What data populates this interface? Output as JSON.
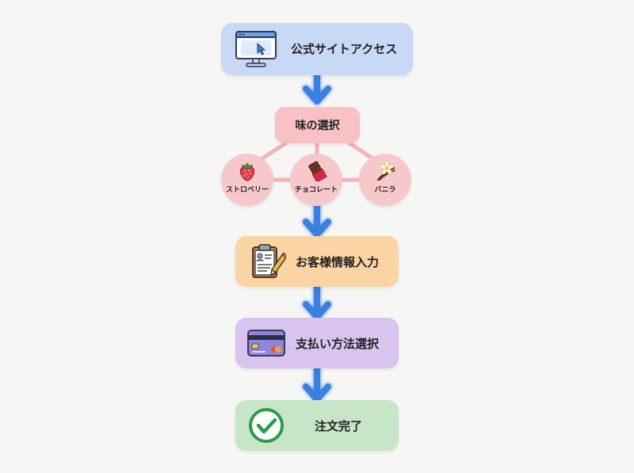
{
  "steps": {
    "access": {
      "label": "公式サイトアクセス",
      "icon": "computer-monitor-icon"
    },
    "flavor_select": {
      "label": "味の選択"
    },
    "customer_info": {
      "label": "お客様情報入力",
      "icon": "clipboard-form-icon"
    },
    "payment": {
      "label": "支払い方法選択",
      "icon": "credit-card-icon"
    },
    "complete": {
      "label": "注文完了",
      "icon": "check-circle-icon"
    }
  },
  "flavors": [
    {
      "label": "ストロベリー",
      "icon": "strawberry-icon"
    },
    {
      "label": "チョコレート",
      "icon": "chocolate-bar-icon"
    },
    {
      "label": "バニラ",
      "icon": "vanilla-flower-icon"
    }
  ],
  "colors": {
    "arrow": "#3a7fe0",
    "access": "#c7d9f5",
    "flavor": "#f7c1c5",
    "customer_info": "#fbd4a4",
    "payment": "#d9c3ef",
    "complete": "#c7e6c8",
    "connector": "#f3b3b8"
  }
}
